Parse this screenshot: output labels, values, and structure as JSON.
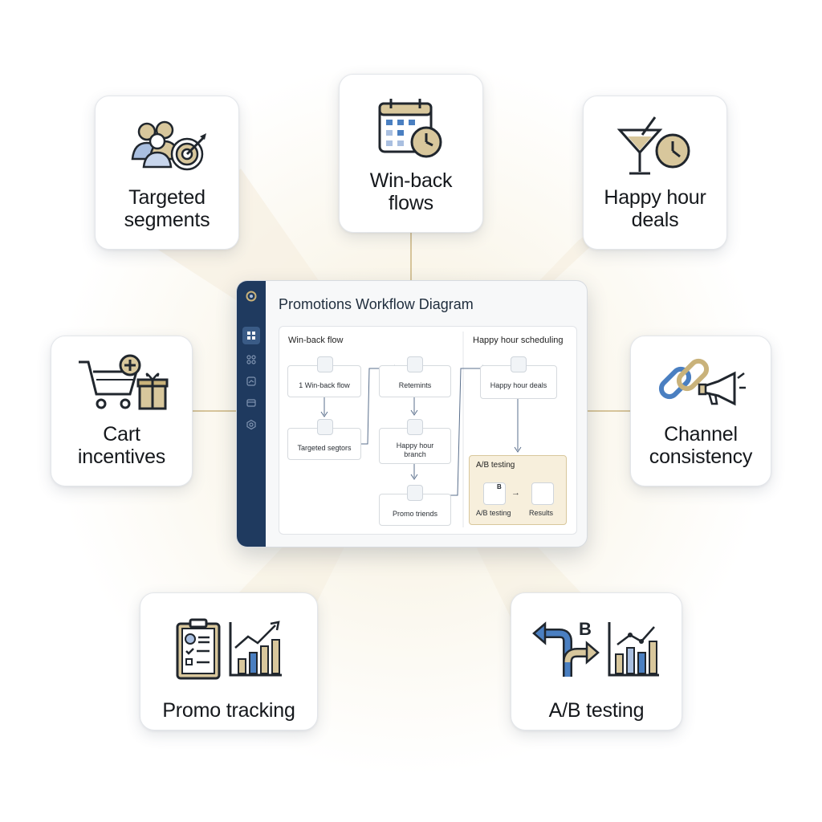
{
  "cards": {
    "targeted_segments": "Targeted\nsegments",
    "win_back_flows": "Win-back\nflows",
    "happy_hour_deals": "Happy hour\ndeals",
    "cart_incentives": "Cart\nincentives",
    "channel_consistency": "Channel\nconsistency",
    "promo_tracking": "Promo tracking",
    "ab_testing": "A/B testing"
  },
  "window": {
    "title": "Promotions Workflow Diagram",
    "sections": {
      "win_back": "Win-back flow",
      "happy_hour": "Happy hour scheduling"
    },
    "nodes": {
      "win_back_flow": "1 Win-back flow",
      "targeted": "Targeted segtors",
      "retemints": "Retemints",
      "happy_hour_branch": "Happy hour\nbranch",
      "promo_triends": "Promo triends",
      "happy_hour_deals": "Happy hour deals"
    },
    "ab": {
      "title": "A/B testing",
      "badge": "B",
      "left_label": "A/B testing",
      "right_label": "Results"
    }
  },
  "icons": {
    "ab_badge": "B"
  },
  "colors": {
    "navy": "#1f3a5f",
    "gold": "#c9b27a",
    "blue": "#4a7fc1",
    "ink": "#20262d"
  }
}
